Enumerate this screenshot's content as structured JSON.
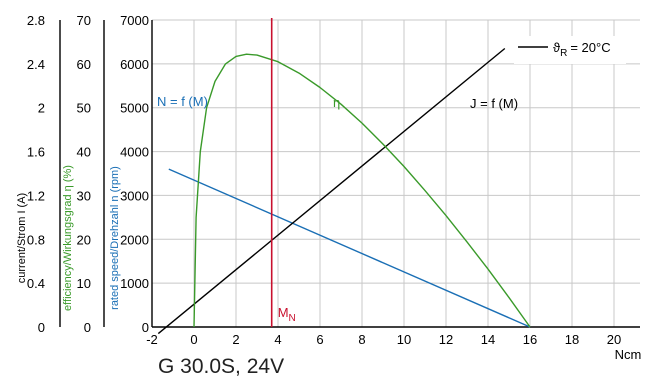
{
  "chart_data": {
    "type": "line",
    "title": "",
    "caption": "G 30.0S, 24V",
    "xlabel": "Ncm",
    "x_ticks": [
      "-2",
      "0",
      "2",
      "4",
      "6",
      "8",
      "10",
      "12",
      "14",
      "16",
      "18",
      "20"
    ],
    "xlim": [
      -2,
      21
    ],
    "axes": [
      {
        "label": "rated speed/Drehzahl n (rpm)",
        "ticks": [
          "0",
          "1000",
          "2000",
          "3000",
          "4000",
          "5000",
          "6000",
          "7000"
        ],
        "range": [
          0,
          7000
        ],
        "color": "#1a6fb5"
      },
      {
        "label": "efficiency/Wirkungsgrad η (%)",
        "ticks": [
          "0",
          "10",
          "20",
          "30",
          "40",
          "50",
          "60",
          "70"
        ],
        "range": [
          0,
          70
        ],
        "color": "#3a9a2a"
      },
      {
        "label": "current/Strom I (A)",
        "ticks": [
          "0",
          "0.4",
          "0.8",
          "1.2",
          "1.6",
          "2",
          "2.4",
          "2.8"
        ],
        "range": [
          0,
          2.8
        ],
        "color": "#000000"
      }
    ],
    "series": [
      {
        "name": "N = f (M)",
        "axis": "speed",
        "color": "#1a6fb5",
        "x": [
          -1.2,
          16.0
        ],
        "y": [
          3600,
          0
        ]
      },
      {
        "name": "J = f (M)",
        "axis": "speed",
        "color": "#000000",
        "x": [
          -1.7,
          14.8
        ],
        "y": [
          -150,
          6350
        ]
      },
      {
        "name": "η",
        "axis": "efficiency",
        "color": "#3a9a2a",
        "x": [
          0.0,
          0.1,
          0.3,
          0.6,
          1.0,
          1.5,
          2.0,
          2.5,
          3.0,
          4.0,
          5.0,
          6.0,
          7.0,
          8.0,
          9.0,
          10.0,
          11.0,
          12.0,
          13.0,
          14.0,
          15.0,
          16.0
        ],
        "y": [
          0,
          25,
          40,
          50,
          56,
          60,
          61.7,
          62.2,
          62,
          60.5,
          57.9,
          54.6,
          50.8,
          46.5,
          41.7,
          36.6,
          31.1,
          25.4,
          19.4,
          13.2,
          6.7,
          0
        ]
      }
    ],
    "markers": [
      {
        "label": "M",
        "subscript": "N",
        "x": 3.7,
        "color": "#c8102e"
      }
    ],
    "legend": {
      "label": "ϑ",
      "subscript": "R",
      "value": "= 20°C"
    },
    "grid": true
  }
}
